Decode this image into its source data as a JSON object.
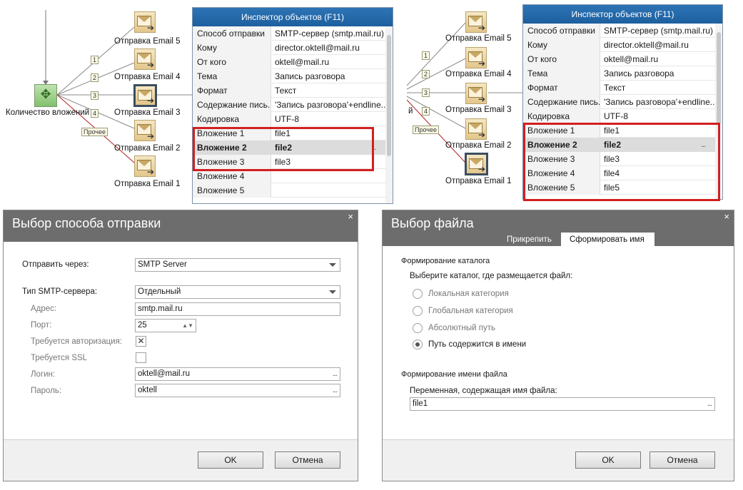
{
  "flow_left": {
    "start_label": "Количество вложений",
    "nodes": [
      "Отправка Email 5",
      "Отправка Email 4",
      "Отправка Email 3",
      "Отправка Email 2",
      "Отправка Email 1"
    ],
    "badges": [
      "1",
      "2",
      "3",
      "4"
    ],
    "other_label": "Прочее"
  },
  "flow_right": {
    "start_label_fragment": "й",
    "nodes": [
      "Отправка Email 5",
      "Отправка Email 4",
      "Отправка Email 3",
      "Отправка Email 2",
      "Отправка Email 1"
    ],
    "badges": [
      "1",
      "2",
      "3",
      "4"
    ],
    "other_label": "Прочее"
  },
  "inspector_left": {
    "title": "Инспектор объектов (F11)",
    "rows": [
      {
        "k": "Способ отправки",
        "v": "SMTP-сервер (smtp.mail.ru)"
      },
      {
        "k": "Кому",
        "v": "director.oktell@mail.ru"
      },
      {
        "k": "От кого",
        "v": "oktell@mail.ru"
      },
      {
        "k": "Тема",
        "v": "Запись разговора"
      },
      {
        "k": "Формат",
        "v": "Текст"
      },
      {
        "k": "Содержание пись...",
        "v": "'Запись разговора'+endline..."
      },
      {
        "k": "Кодировка",
        "v": "UTF-8"
      },
      {
        "k": "Вложение 1",
        "v": "file1"
      },
      {
        "k": "Вложение 2",
        "v": "file2"
      },
      {
        "k": "Вложение 3",
        "v": "file3"
      },
      {
        "k": "Вложение 4",
        "v": ""
      },
      {
        "k": "Вложение 5",
        "v": ""
      }
    ],
    "selected_index": 8,
    "dots": "..."
  },
  "inspector_right": {
    "title": "Инспектор объектов (F11)",
    "rows": [
      {
        "k": "Способ отправки",
        "v": "SMTP-сервер (smtp.mail.ru)"
      },
      {
        "k": "Кому",
        "v": "director.oktell@mail.ru"
      },
      {
        "k": "От кого",
        "v": "oktell@mail.ru"
      },
      {
        "k": "Тема",
        "v": "Запись разговора"
      },
      {
        "k": "Формат",
        "v": "Текст"
      },
      {
        "k": "Содержание пись...",
        "v": "'Запись разговора'+endline..."
      },
      {
        "k": "Кодировка",
        "v": "UTF-8"
      },
      {
        "k": "Вложение 1",
        "v": "file1"
      },
      {
        "k": "Вложение 2",
        "v": "file2"
      },
      {
        "k": "Вложение 3",
        "v": "file3"
      },
      {
        "k": "Вложение 4",
        "v": "file4"
      },
      {
        "k": "Вложение 5",
        "v": "file5"
      }
    ],
    "selected_index": 8,
    "dots": "..."
  },
  "send_dialog": {
    "title": "Выбор способа отправки",
    "close": "×",
    "send_via_label": "Отправить через:",
    "send_via_value": "SMTP Server",
    "smtp_type_label": "Тип SMTP-сервера:",
    "smtp_type_value": "Отдельный",
    "address_label": "Адрес:",
    "address_value": "smtp.mail.ru",
    "port_label": "Порт:",
    "port_value": "25",
    "auth_label": "Требуется авторизация:",
    "auth_checked": true,
    "auth_mark": "✕",
    "ssl_label": "Требуется SSL",
    "ssl_checked": false,
    "login_label": "Логин:",
    "login_value": "oktell@mail.ru",
    "password_label": "Пароль:",
    "password_value": "oktell",
    "dots": "...",
    "ok": "OK",
    "cancel": "Отмена"
  },
  "file_dialog": {
    "title": "Выбор файла",
    "close": "×",
    "tabs": [
      "Прикрепить",
      "Сформировать имя"
    ],
    "active_tab": 1,
    "catalog_section": "Формирование каталога",
    "catalog_prompt": "Выберите каталог, где размещается файл:",
    "options": [
      "Локальная категория",
      "Глобальная категория",
      "Абсолютный путь",
      "Путь содержится в имени"
    ],
    "selected_option": 3,
    "filename_section": "Формирование имени файла",
    "variable_label": "Переменная, содержащая имя файла:",
    "variable_value": "file1",
    "dots": "...",
    "ok": "OK",
    "cancel": "Отмена"
  },
  "colors": {
    "inspector_title_bg": "#1d5f9e",
    "highlight_red": "#d11f1f",
    "dialog_header": "#6d6d6d",
    "flow_arrow_red": "#b22222"
  }
}
